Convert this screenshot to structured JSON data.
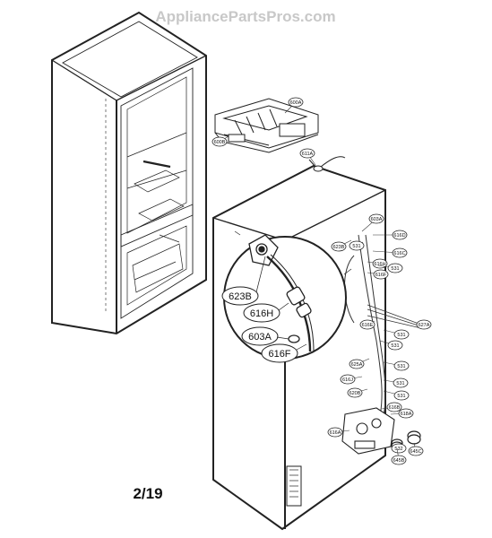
{
  "watermark": "AppliancePartsPros.com",
  "page_number": "2/19",
  "zoom_labels": {
    "a": "623B",
    "b": "616H",
    "c": "603A",
    "d": "616F"
  },
  "callouts": {
    "ice_maker_top": "600A",
    "ice_maker_bottom": "600B",
    "top_fitting": "611A",
    "c_603a": "603A",
    "c_623b": "623B",
    "c_616d": "616D",
    "c_616c": "616C",
    "c_531a": "531",
    "c_616h": "616H",
    "c_616f": "616F",
    "c_531b": "531",
    "c_616e": "616E",
    "c_627a": "627A",
    "c_531c": "531",
    "c_531d": "531",
    "c_625a": "625A",
    "c_531e": "531",
    "c_616j": "616J",
    "c_531f": "531",
    "c_531g": "531",
    "c_620b": "620B",
    "c_616b": "616B",
    "c_618a": "618A",
    "c_616a": "616A",
    "c_532": "532",
    "c_645b": "645B",
    "c_645c": "645C"
  },
  "colors": {
    "line": "#222222",
    "watermark": "#c8c8c8"
  }
}
